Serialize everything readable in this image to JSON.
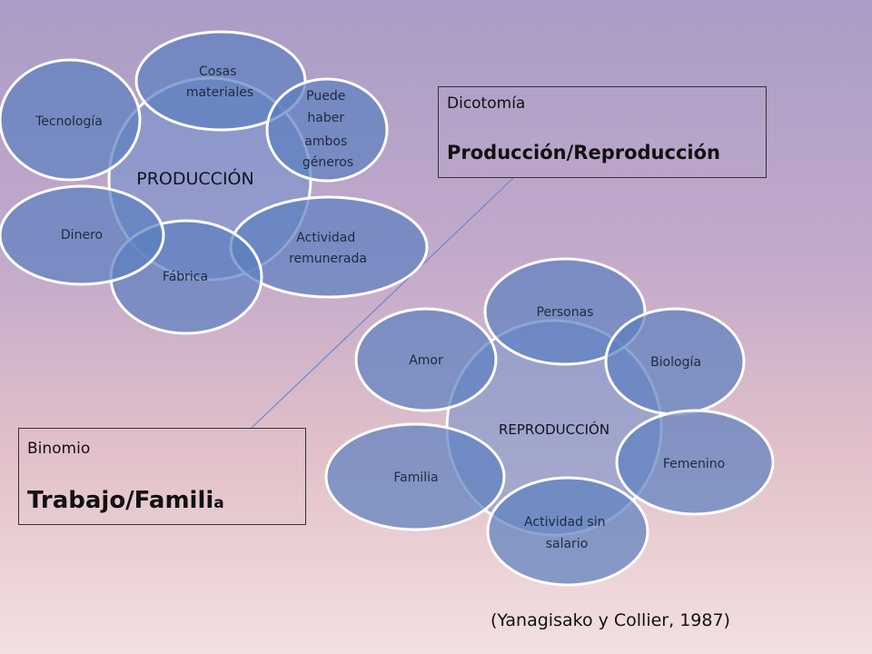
{
  "produccion": {
    "center": "PRODUCCIÓN",
    "nodes": {
      "cosas": [
        "Cosas",
        "materiales"
      ],
      "puede": [
        "Puede",
        "haber",
        "ambos",
        "géneros"
      ],
      "actividad": [
        "Actividad",
        "remunerada"
      ],
      "fabrica": [
        "Fábrica"
      ],
      "dinero": [
        "Dinero"
      ],
      "tecnologia": [
        "Tecnología"
      ]
    }
  },
  "reproduccion": {
    "center": "REPRODUCCIÓN",
    "nodes": {
      "personas": [
        "Personas"
      ],
      "biologia": [
        "Biología"
      ],
      "femenino": [
        "Femenino"
      ],
      "actividad": [
        "Actividad sin",
        "salario"
      ],
      "familia": [
        "Familia"
      ],
      "amor": [
        "Amor"
      ]
    }
  },
  "dicotomia": {
    "label": "Dicotomía",
    "title": "Producción/Reproducción"
  },
  "binomio": {
    "label": "Binomio",
    "title": "Trabajo/Famili",
    "title_suffix": "a"
  },
  "citation": "(Yanagisako y Collier, 1987)",
  "colors": {
    "node": "#5b7fbf",
    "outline": "#ffffff",
    "connector": "#6b86c7"
  }
}
